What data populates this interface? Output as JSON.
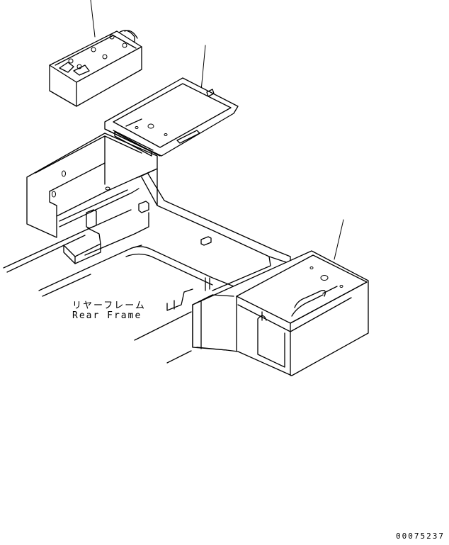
{
  "labels": {
    "part_jp": "リヤーフレーム",
    "part_en": "Rear Frame"
  },
  "drawing_number": "00075237"
}
